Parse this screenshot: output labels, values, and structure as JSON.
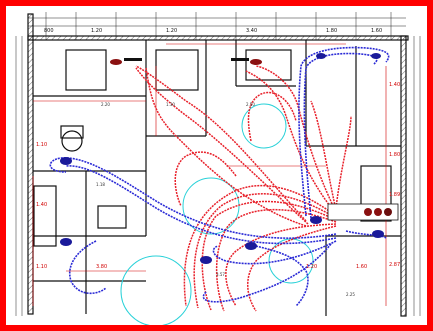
{
  "colors": {
    "frame": "#ff0000",
    "supply_pipe": "#e8202a",
    "return_pipe": "#2a2ad6",
    "walls": "#111111",
    "dim_lines": "#d10000",
    "circles": "#29d1d8"
  },
  "dimensions": {
    "top": [
      "800",
      "1.20",
      "1.20",
      "3.40",
      "1.80",
      "1.60"
    ],
    "right": [
      "1.40",
      "1.80",
      "1.89",
      "2.87"
    ],
    "left": [
      "1.10",
      "1.40",
      "1.10"
    ],
    "bottom": [
      "3.80",
      "1.20",
      "1.60"
    ]
  },
  "room_labels": [
    "2.20",
    "1.30",
    "2.50",
    "1.18",
    "3.57",
    "2.25"
  ]
}
